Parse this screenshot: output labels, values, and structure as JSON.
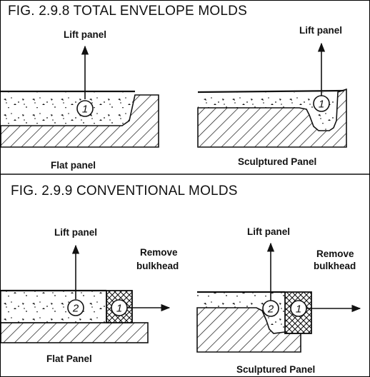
{
  "fig898": {
    "title": "FIG. 2.9.8  TOTAL ENVELOPE MOLDS",
    "left": {
      "arrow_label": "Lift panel",
      "marker": "1",
      "caption": "Flat panel"
    },
    "right": {
      "arrow_label": "Lift panel",
      "marker": "1",
      "caption": "Sculptured Panel"
    }
  },
  "fig899": {
    "title": "FIG. 2.9.9  CONVENTIONAL MOLDS",
    "left": {
      "arrow_label": "Lift panel",
      "marker_panel": "2",
      "marker_bulkhead": "1",
      "remove_line1": "Remove",
      "remove_line2": "bulkhead",
      "caption": "Flat Panel"
    },
    "right": {
      "arrow_label": "Lift panel",
      "marker_panel": "2",
      "marker_bulkhead": "1",
      "remove_line1": "Remove",
      "remove_line2": "bulkhead",
      "caption": "Sculptured Panel"
    }
  },
  "colors": {
    "ink": "#111111",
    "paper": "#ffffff"
  }
}
